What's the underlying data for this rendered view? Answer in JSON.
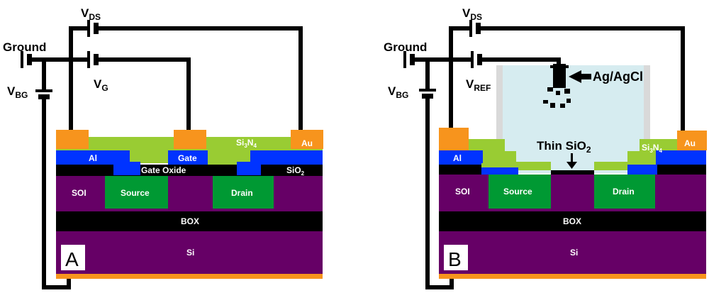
{
  "colors": {
    "wire": "#000000",
    "gold": "#f7941d",
    "nitride": "#99cc33",
    "aluminum": "#0033ff",
    "oxide_black": "#000000",
    "soi": "#660066",
    "source_drain": "#009933",
    "si": "#660066",
    "backplate": "#f7941d",
    "electrolyte": "#d6ecf0",
    "reservoir_wall": "#d9d9d9",
    "white_text": "#ffffff"
  },
  "panel_a": {
    "panel_label": "A",
    "labels": {
      "vds_main": "V",
      "vds_sub": "DS",
      "ground": "Ground",
      "vbg_main": "V",
      "vbg_sub": "BG",
      "vg_main": "V",
      "vg_sub": "G",
      "al": "Al",
      "gate": "Gate",
      "gate_oxide": "Gate Oxide",
      "si3n4_a": "Si",
      "si3n4_b": "3",
      "si3n4_c": "N",
      "si3n4_d": "4",
      "au": "Au",
      "sio2_a": "SiO",
      "sio2_b": "2",
      "soi": "SOI",
      "source": "Source",
      "drain": "Drain",
      "box": "BOX",
      "si": "Si"
    }
  },
  "panel_b": {
    "panel_label": "B",
    "labels": {
      "vds_main": "V",
      "vds_sub": "DS",
      "ground": "Ground",
      "vbg_main": "V",
      "vbg_sub": "BG",
      "vref_main": "V",
      "vref_sub": "REF",
      "agagcl": "Ag/AgCl",
      "thin_sio2_a": "Thin SiO",
      "thin_sio2_b": "2",
      "al": "Al",
      "si3n4_a": "Si",
      "si3n4_b": "3",
      "si3n4_c": "N",
      "si3n4_d": "4",
      "au": "Au",
      "soi": "SOI",
      "source": "Source",
      "drain": "Drain",
      "box": "BOX",
      "si": "Si"
    }
  }
}
